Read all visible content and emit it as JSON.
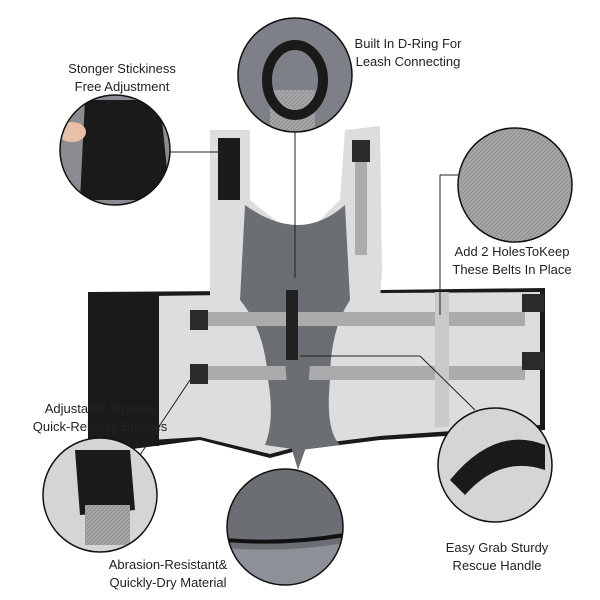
{
  "callouts": {
    "velcro": {
      "line1": "Stonger Stickiness",
      "line2": "Free Adjustment"
    },
    "d_ring": {
      "line1": "Built In D-Ring For",
      "line2": "Leash Connecting"
    },
    "holes": {
      "line1": "Add 2 HolesToKeep",
      "line2": "These Belts In Place"
    },
    "straps": {
      "line1": "Adjustable Straps&",
      "line2": "Quick-Release Buckles"
    },
    "material": {
      "line1": "Abrasion-Resistant&",
      "line2": "Quickly-Dry Material"
    },
    "handle": {
      "line1": "Easy Grab Sturdy",
      "line2": "Rescue Handle"
    }
  },
  "colors": {
    "light_fabric": "#d9dadb",
    "dark_fabric": "#6b6e73",
    "strap": "#a9abad",
    "black": "#1a1a1a"
  }
}
